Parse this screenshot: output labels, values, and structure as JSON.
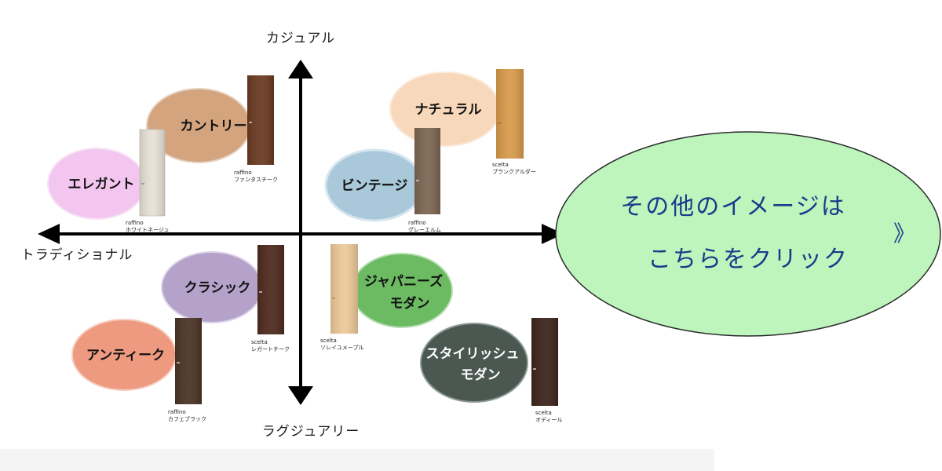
{
  "axes": {
    "top": "カジュアル",
    "bottom": "ラグジュアリー",
    "left": "トラディショナル"
  },
  "categories": [
    {
      "id": "country",
      "label_lines": [
        "カントリー"
      ],
      "color": "#d3a47e"
    },
    {
      "id": "elegant",
      "label_lines": [
        "エレガント"
      ],
      "color": "#f3c6ef"
    },
    {
      "id": "natural",
      "label_lines": [
        "ナチュラル"
      ],
      "color": "#f8d8bb"
    },
    {
      "id": "vintage",
      "label_lines": [
        "ビンテージ"
      ],
      "color": "#a9c8da"
    },
    {
      "id": "classic",
      "label_lines": [
        "クラシック"
      ],
      "color": "#b4a2cb"
    },
    {
      "id": "antique",
      "label_lines": [
        "アンティーク"
      ],
      "color": "#ee9a80"
    },
    {
      "id": "japanese",
      "label_lines": [
        "ジャパニーズ",
        "モダン"
      ],
      "color": "#6cbb63"
    },
    {
      "id": "stylish",
      "label_lines": [
        "スタイリッシュ",
        "モダン"
      ],
      "color": "#4a5851"
    }
  ],
  "doors": [
    {
      "id": "fantasteak",
      "brand": "raffino",
      "name": "ファンタスチーク",
      "color": "#6b3a22"
    },
    {
      "id": "whitenage",
      "brand": "raffino",
      "name": "ホワイトネージュ",
      "color": "#e7e2d6"
    },
    {
      "id": "plankalder",
      "brand": "scelta",
      "name": "プランクアルダー",
      "color": "#d89a4a"
    },
    {
      "id": "greyelm",
      "brand": "raffino",
      "name": "グレーエルム",
      "color": "#7d6552"
    },
    {
      "id": "legarteak",
      "brand": "scelta",
      "name": "レガートチーク",
      "color": "#4e2a1d"
    },
    {
      "id": "cafeblack",
      "brand": "raffino",
      "name": "カフェブラック",
      "color": "#4b3326"
    },
    {
      "id": "soleimaple",
      "brand": "scelta",
      "name": "ソレイユメープル",
      "color": "#ecc99a"
    },
    {
      "id": "odeel",
      "brand": "scelta",
      "name": "オディール",
      "color": "#3d241b"
    }
  ],
  "cta": {
    "line1": "その他のイメージは",
    "line2": "こちらをクリック",
    "arrow": "》",
    "fill": "#bdf5bd",
    "text_color": "#1c3a8a"
  },
  "colors": {
    "axis": "#000000"
  }
}
